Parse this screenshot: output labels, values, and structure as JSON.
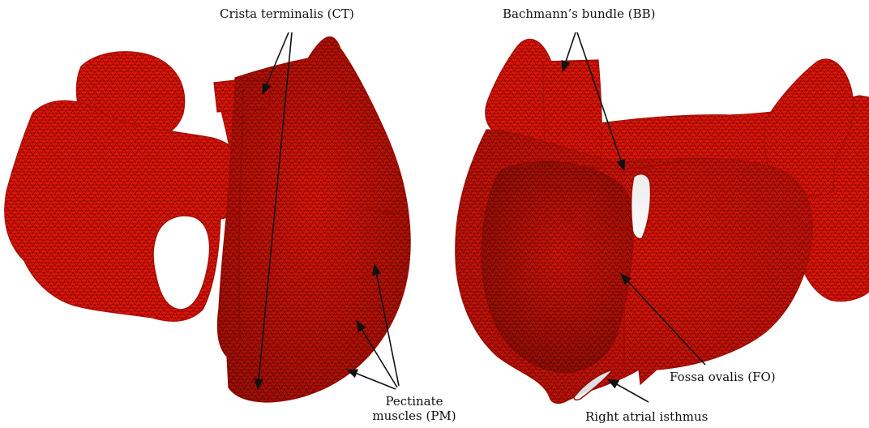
{
  "figure": {
    "colors": {
      "mesh_fill": "#e01508",
      "mesh_edge": "#3a0000",
      "mesh_shadow": "#a80d04",
      "hole": "#ffffff",
      "arrow": "#111111"
    },
    "labels": {
      "crista_terminalis": "Crista terminalis (CT)",
      "bachmanns_bundle": "Bachmann’s bundle (BB)",
      "fossa_ovalis": "Fossa ovalis (FO)",
      "pectinate_muscles_line1": "Pectinate",
      "pectinate_muscles_line2": "muscles (PM)",
      "right_atrial_isthmus": "Right atrial isthmus"
    },
    "panels": [
      "left-atrium-view",
      "right-atrium-view"
    ]
  }
}
